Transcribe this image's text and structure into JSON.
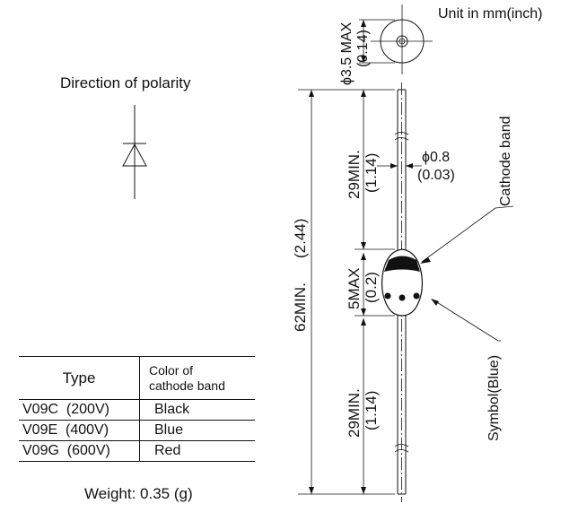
{
  "unit_label": "Unit in mm(inch)",
  "polarity_label": "Direction of polarity",
  "dimensions": {
    "body_diameter_mm": "ϕ3.5 MAX",
    "body_diameter_in": "(0.14)",
    "lead_diameter_mm": "ϕ0.8",
    "lead_diameter_in": "(0.03)",
    "total_length_mm": "62MIN.",
    "total_length_in": "(2.44)",
    "upper_lead_mm": "29MIN.",
    "upper_lead_in": "(1.14)",
    "body_length_mm": "5MAX",
    "body_length_in": "(0.2)",
    "lower_lead_mm": "29MIN.",
    "lower_lead_in": "(1.14)"
  },
  "callouts": {
    "cathode_band": "Cathode band",
    "symbol": "Symbol(Blue)"
  },
  "table": {
    "header_type": "Type",
    "header_color_line1": "Color of",
    "header_color_line2": "cathode band",
    "rows": [
      {
        "type": "V09C  (200V)",
        "color": "Black"
      },
      {
        "type": "V09E  (400V)",
        "color": "Blue"
      },
      {
        "type": "V09G  (600V)",
        "color": "Red"
      }
    ]
  },
  "weight_label": "Weight: 0.35 (g)"
}
